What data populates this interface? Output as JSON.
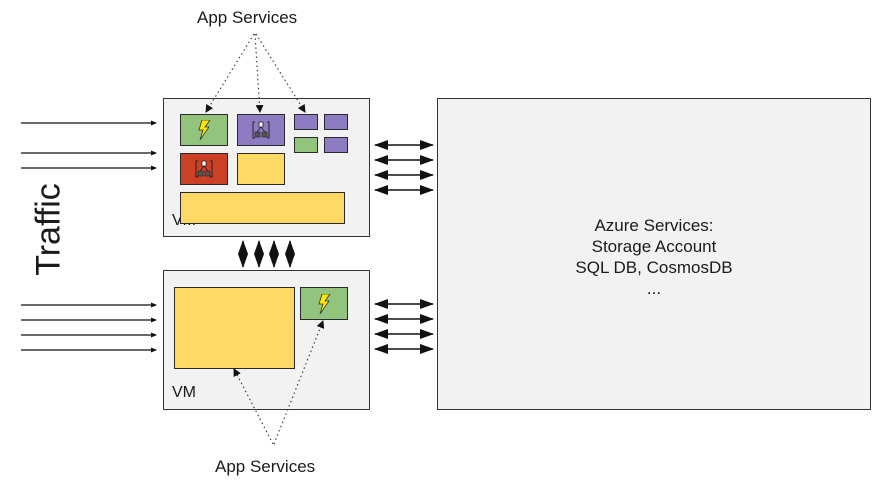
{
  "labels": {
    "app_services_top": "App Services",
    "app_services_bottom": "App Services",
    "traffic": "Traffic",
    "vm_top": "VM",
    "vm_bottom": "VM"
  },
  "azure": {
    "lines": [
      "Azure Services:",
      "Storage Account",
      "SQL DB, CosmosDB",
      "..."
    ]
  },
  "icons": {
    "function": "lightning-bolt-icon",
    "logic_app": "workflow-icon"
  },
  "colors": {
    "green": "#93c47d",
    "purple": "#8e7cc3",
    "red": "#cc4125",
    "yellow": "#ffd966",
    "panel": "#f2f2f2"
  },
  "arrows": {
    "traffic_top_count": 3,
    "traffic_bottom_count": 4,
    "vm_to_vm_count": 4,
    "top_vm_to_azure_count": 4,
    "bottom_vm_to_azure_count": 4
  }
}
